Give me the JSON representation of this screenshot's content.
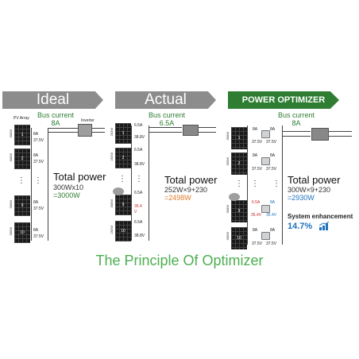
{
  "banners": {
    "ideal": "Ideal",
    "actual": "Actual",
    "optimizer": "POWER OPTIMIZER"
  },
  "ideal": {
    "pv_array_label": "PV Array",
    "bus_label": "Bus current",
    "bus_value": "8A",
    "inverter_label": "Inverter",
    "module_label": "300W",
    "modules": [
      "1",
      "2",
      "9",
      "10"
    ],
    "current": "8A",
    "voltage": "37.5V",
    "total_title": "Total power",
    "formula": "300Wx10",
    "result": "=3000W"
  },
  "actual": {
    "bus_label": "Bus current",
    "bus_value": "6.5A",
    "module_label": "252W",
    "shaded_label": "300W",
    "modules": [
      "1",
      "2",
      "9",
      "10"
    ],
    "current": "6.5A",
    "voltage": "38.8V",
    "shaded_voltage_a": "35.4",
    "shaded_voltage_b": "V",
    "total_title": "Total power",
    "formula": "252W×9+230",
    "result": "=2498W"
  },
  "optimizer": {
    "bus_label": "Bus current",
    "bus_value": "8A",
    "module_label": "300W",
    "modules": [
      "1",
      "2",
      "9",
      "10"
    ],
    "current": "8A",
    "voltage": "37.5V",
    "shaded_current": "6.5A",
    "shaded_voltage": "35.4V",
    "boosted_voltage": "35.4V",
    "total_title": "Total power",
    "formula": "300W×9+230",
    "result": "=2930W",
    "enhancement_label": "System enhancement",
    "enhancement_value": "14.7%"
  },
  "title": "The Principle Of Optimizer",
  "colors": {
    "green": "#2e7d32",
    "gray_banner": "#8c8c8c",
    "result_orange": "#e07b2a",
    "result_blue": "#1e73be"
  }
}
